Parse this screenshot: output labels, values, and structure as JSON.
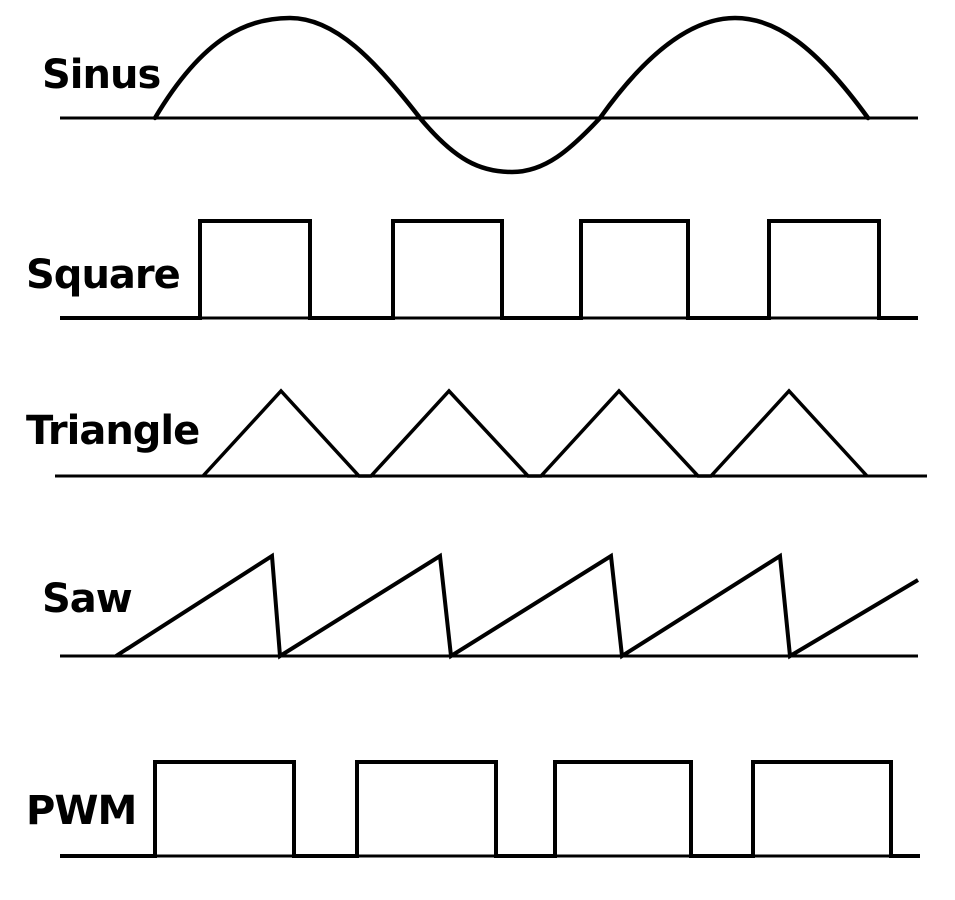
{
  "colors": {
    "background": "#ffffff",
    "stroke": "#000000"
  },
  "waveforms": [
    {
      "key": "sine",
      "label": "Sinus"
    },
    {
      "key": "square",
      "label": "Square"
    },
    {
      "key": "triangle",
      "label": "Triangle"
    },
    {
      "key": "saw",
      "label": "Saw"
    },
    {
      "key": "pwm",
      "label": "PWM"
    }
  ]
}
